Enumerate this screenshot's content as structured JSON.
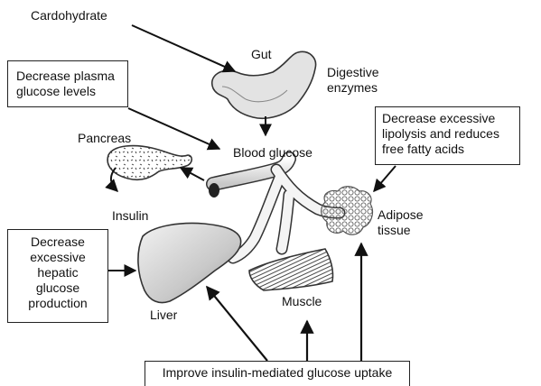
{
  "labels": {
    "carbohydrate": "Cardohydrate",
    "gut": "Gut",
    "digestive_enzymes": [
      "Digestive",
      "enzymes"
    ],
    "pancreas": "Pancreas",
    "blood_glucose": "Blood glucose",
    "insulin": "Insulin",
    "adipose_tissue": [
      "Adipose",
      "tissue"
    ],
    "liver": "Liver",
    "muscle": "Muscle"
  },
  "boxes": {
    "plasma": [
      "Decrease plasma",
      "glucose levels"
    ],
    "lipolysis": [
      "Decrease excessive",
      "lipolysis and reduces",
      "free fatty acids"
    ],
    "hepatic": [
      "Decrease",
      "excessive",
      "hepatic",
      "glucose",
      "production"
    ],
    "uptake": "Improve insulin-mediated glucose uptake"
  }
}
